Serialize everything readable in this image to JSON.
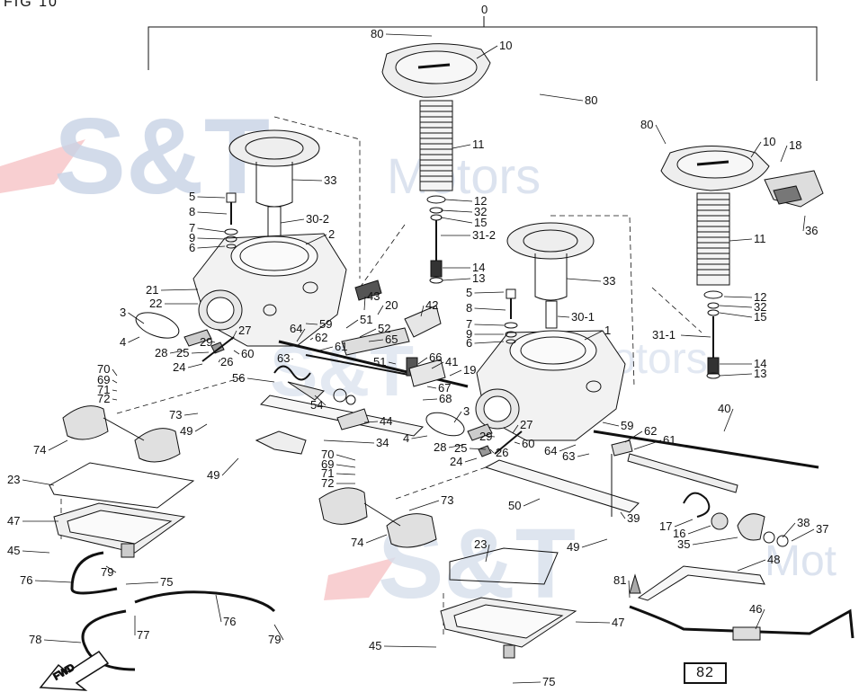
{
  "figure": {
    "label": "FIG 10",
    "page_number": "82"
  },
  "watermark": {
    "brand": "S&T",
    "word": "Motors",
    "word_fragment": "Mot",
    "brand_color": "#1e5aa8",
    "accent_color": "#e0262d"
  },
  "fwd_label": "FWD",
  "callouts": {
    "c0": "0",
    "c80a": "80",
    "c10a": "10",
    "c80b": "80",
    "c11a": "11",
    "c12a": "12",
    "c32a": "32",
    "c15a": "15",
    "c31_2": "31-2",
    "c14a": "14",
    "c13a": "13",
    "c33a": "33",
    "c30_2": "30-2",
    "c2": "2",
    "c5a": "5",
    "c8a": "8",
    "c7a": "7",
    "c9a": "9",
    "c6a": "6",
    "c21": "21",
    "c22": "22",
    "c3a": "3",
    "c4a": "4",
    "c29a": "29",
    "c27a": "27",
    "c28a": "28",
    "c25a": "25",
    "c24a": "24",
    "c26a": "26",
    "c60a": "60",
    "c64a": "64",
    "c62a": "62",
    "c61a": "61",
    "c63a": "63",
    "c59a": "59",
    "c51a": "51",
    "c51b": "51",
    "c52": "52",
    "c65": "65",
    "c43": "43",
    "c20": "20",
    "c42": "42",
    "c66": "66",
    "c41": "41",
    "c19": "19",
    "c67": "67",
    "c68": "68",
    "c56": "56",
    "c54": "54",
    "c44": "44",
    "c34": "34",
    "c70a": "70",
    "c69a": "69",
    "c71a": "71",
    "c72a": "72",
    "c73a": "73",
    "c49a": "49",
    "c74a": "74",
    "c49b": "49",
    "c23a": "23",
    "c47a": "47",
    "c45a": "45",
    "c76a": "76",
    "c79a": "79",
    "c75a": "75",
    "c76b": "76",
    "c77": "77",
    "c79b": "79",
    "c78": "78",
    "c80c": "80",
    "c10b": "10",
    "c18": "18",
    "c36": "36",
    "c11b": "11",
    "c12b": "12",
    "c32b": "32",
    "c15b": "15",
    "c31_1": "31-1",
    "c14b": "14",
    "c13b": "13",
    "c33b": "33",
    "c5b": "5",
    "c8b": "8",
    "c30_1": "30-1",
    "c7b": "7",
    "c9b": "9",
    "c6b": "6",
    "c1": "1",
    "c3b": "3",
    "c4b": "4",
    "c29b": "29",
    "c27b": "27",
    "c28b": "28",
    "c25b": "25",
    "c24b": "24",
    "c26b": "26",
    "c60b": "60",
    "c64b": "64",
    "c62b": "62",
    "c61b": "61",
    "c63b": "63",
    "c59b": "59",
    "c40": "40",
    "c50": "50",
    "c39": "39",
    "c17": "17",
    "c16": "16",
    "c35": "35",
    "c38": "38",
    "c37": "37",
    "c48": "48",
    "c70b": "70",
    "c69b": "69",
    "c71b": "71",
    "c72b": "72",
    "c73b": "73",
    "c74b": "74",
    "c49c": "49",
    "c23b": "23",
    "c47b": "47",
    "c45b": "45",
    "c75b": "75",
    "c81": "81",
    "c46": "46"
  }
}
